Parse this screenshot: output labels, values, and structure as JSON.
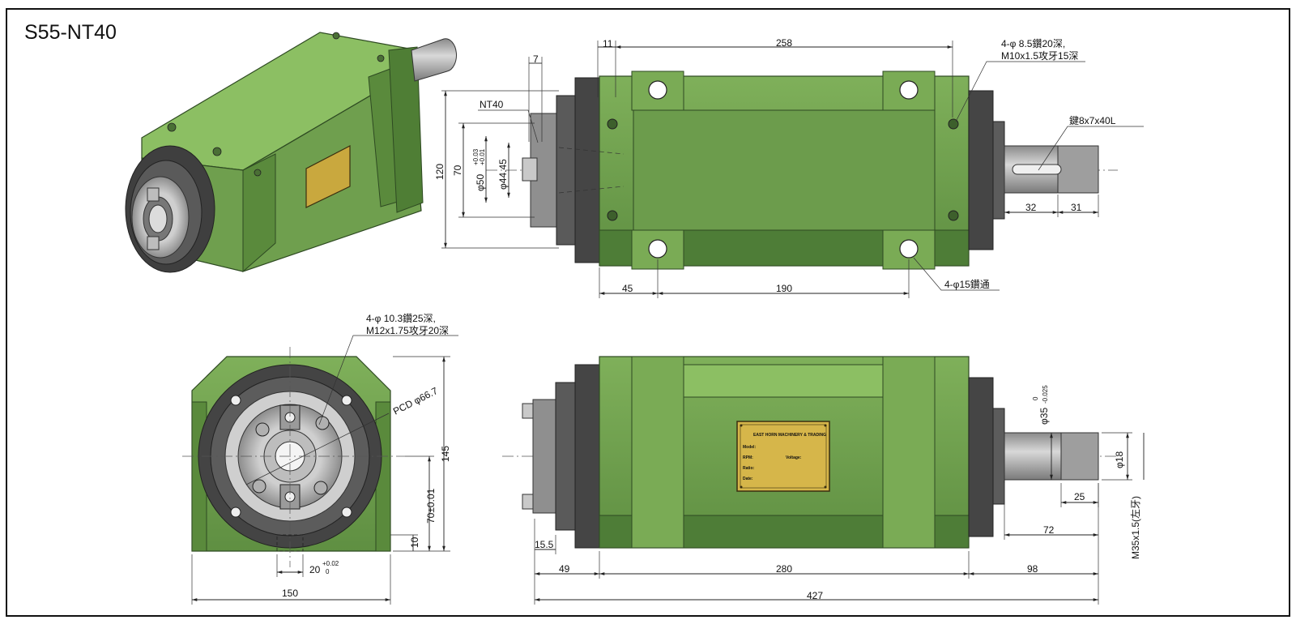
{
  "title": "S55-NT40",
  "colors": {
    "body_green": "#6f9f4e",
    "body_green_light": "#8cbf63",
    "body_green_dark": "#3f6a2e",
    "flange_dark": "#4a4a4a",
    "plate_gold": "#d6b64a",
    "shaft_gray": "#a9a9a9"
  },
  "top_view": {
    "dims": {
      "d11": "11",
      "d258": "258",
      "d7": "7",
      "d120": "120",
      "d70": "70",
      "d45": "45",
      "d190": "190",
      "d32": "32",
      "d31": "31"
    },
    "phi50": "φ50",
    "phi50_tol_upper": "+0.03",
    "phi50_tol_lower": "+0.01",
    "phi4445": "φ44.45",
    "label_nt40": "NT40",
    "note_mount_1": "4-φ 8.5鑽20深,",
    "note_mount_2": "M10x1.5攻牙15深",
    "note_key": "鍵8x7x40L",
    "note_through": "4-φ15鑽通"
  },
  "end_view": {
    "note_1": "4-φ 10.3鑽25深,",
    "note_2": "M12x1.75攻牙20深",
    "pcd": "PCD φ66.7",
    "d145": "145",
    "d70": "70±0.01",
    "d10": "10",
    "d150": "150",
    "d20": "20",
    "d20_tol_upper": "+0.02",
    "d20_tol_lower": "0"
  },
  "side_view": {
    "plate_line1": "EAST HORN MACHINERY & TRADING",
    "plate_model": "Model:",
    "plate_rpm": "RPM:",
    "plate_voltage": "Voltage:",
    "plate_ratio": "Ratio:",
    "plate_date": "Date:",
    "phi35": "φ35",
    "phi35_tol_upper": "0",
    "phi35_tol_lower": "-0.025",
    "phi18": "φ18",
    "d25": "25",
    "d72": "72",
    "thread": "M35x1.5(左牙)",
    "d155": "15.5",
    "d49": "49",
    "d280": "280",
    "d98": "98",
    "d427": "427"
  }
}
